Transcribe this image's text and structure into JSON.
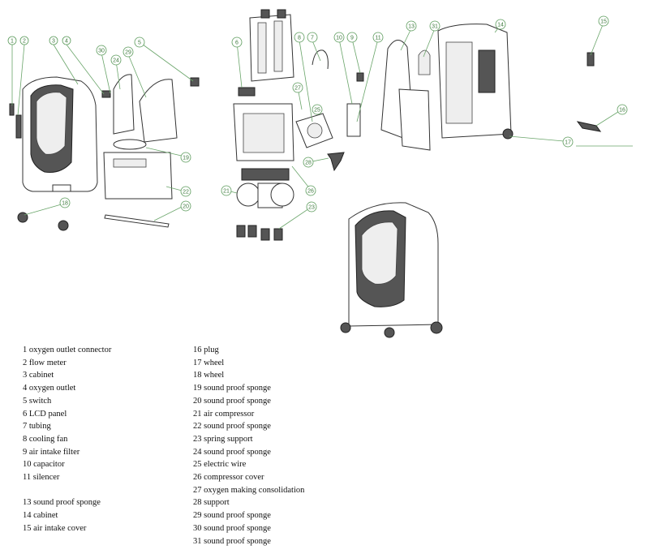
{
  "callouts": [
    {
      "num": "1"
    },
    {
      "num": "2"
    },
    {
      "num": "3"
    },
    {
      "num": "4"
    },
    {
      "num": "5"
    },
    {
      "num": "6"
    },
    {
      "num": "7"
    },
    {
      "num": "8"
    },
    {
      "num": "9"
    },
    {
      "num": "10"
    },
    {
      "num": "11"
    },
    {
      "num": "13"
    },
    {
      "num": "14"
    },
    {
      "num": "15"
    },
    {
      "num": "16"
    },
    {
      "num": "17"
    },
    {
      "num": "18"
    },
    {
      "num": "19"
    },
    {
      "num": "20"
    },
    {
      "num": "21"
    },
    {
      "num": "22"
    },
    {
      "num": "23"
    },
    {
      "num": "24"
    },
    {
      "num": "25"
    },
    {
      "num": "26"
    },
    {
      "num": "27"
    },
    {
      "num": "28"
    },
    {
      "num": "29"
    },
    {
      "num": "30"
    },
    {
      "num": "31"
    }
  ],
  "legend": {
    "left": [
      "1 oxygen outlet connector",
      "2 flow meter",
      "3 cabinet",
      "4 oxygen outlet",
      "5 switch",
      "6 LCD panel",
      "7 tubing",
      "8 cooling fan",
      "9 air intake filter",
      "10 capacitor",
      "11 silencer",
      "",
      "13 sound proof sponge",
      "14 cabinet",
      "15 air intake cover"
    ],
    "right": [
      "16 plug",
      "17 wheel",
      "18 wheel",
      "19 sound proof sponge",
      "20 sound proof sponge",
      "21 air compressor",
      "22 sound proof sponge",
      "23 spring support",
      "24 sound proof sponge",
      "25 electric wire",
      "26 compressor cover",
      "27 oxygen making consolidation",
      "28 support",
      "29 sound proof sponge",
      "30 sound proof sponge",
      "31 sound proof sponge"
    ]
  }
}
